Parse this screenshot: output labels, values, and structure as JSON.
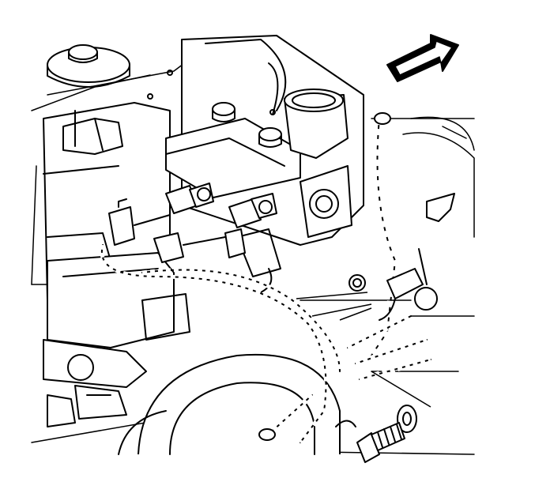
{
  "diagram": {
    "colors": {
      "line": "#000000",
      "background": "#ffffff"
    },
    "orientation_arrow": {
      "icon": "front-direction-arrow-icon"
    },
    "components": [
      {
        "id": "fastener-bolt",
        "icon": "bolt-icon"
      },
      {
        "id": "fastener-washer",
        "icon": "washer-icon"
      },
      {
        "id": "harness-clip",
        "icon": "retainer-clip-icon"
      },
      {
        "id": "wiring-harness",
        "icon": "conduit-harness-icon"
      },
      {
        "id": "electrical-connectors",
        "icon": "connector-icon"
      },
      {
        "id": "housing-assembly",
        "icon": "housing-icon"
      }
    ]
  }
}
